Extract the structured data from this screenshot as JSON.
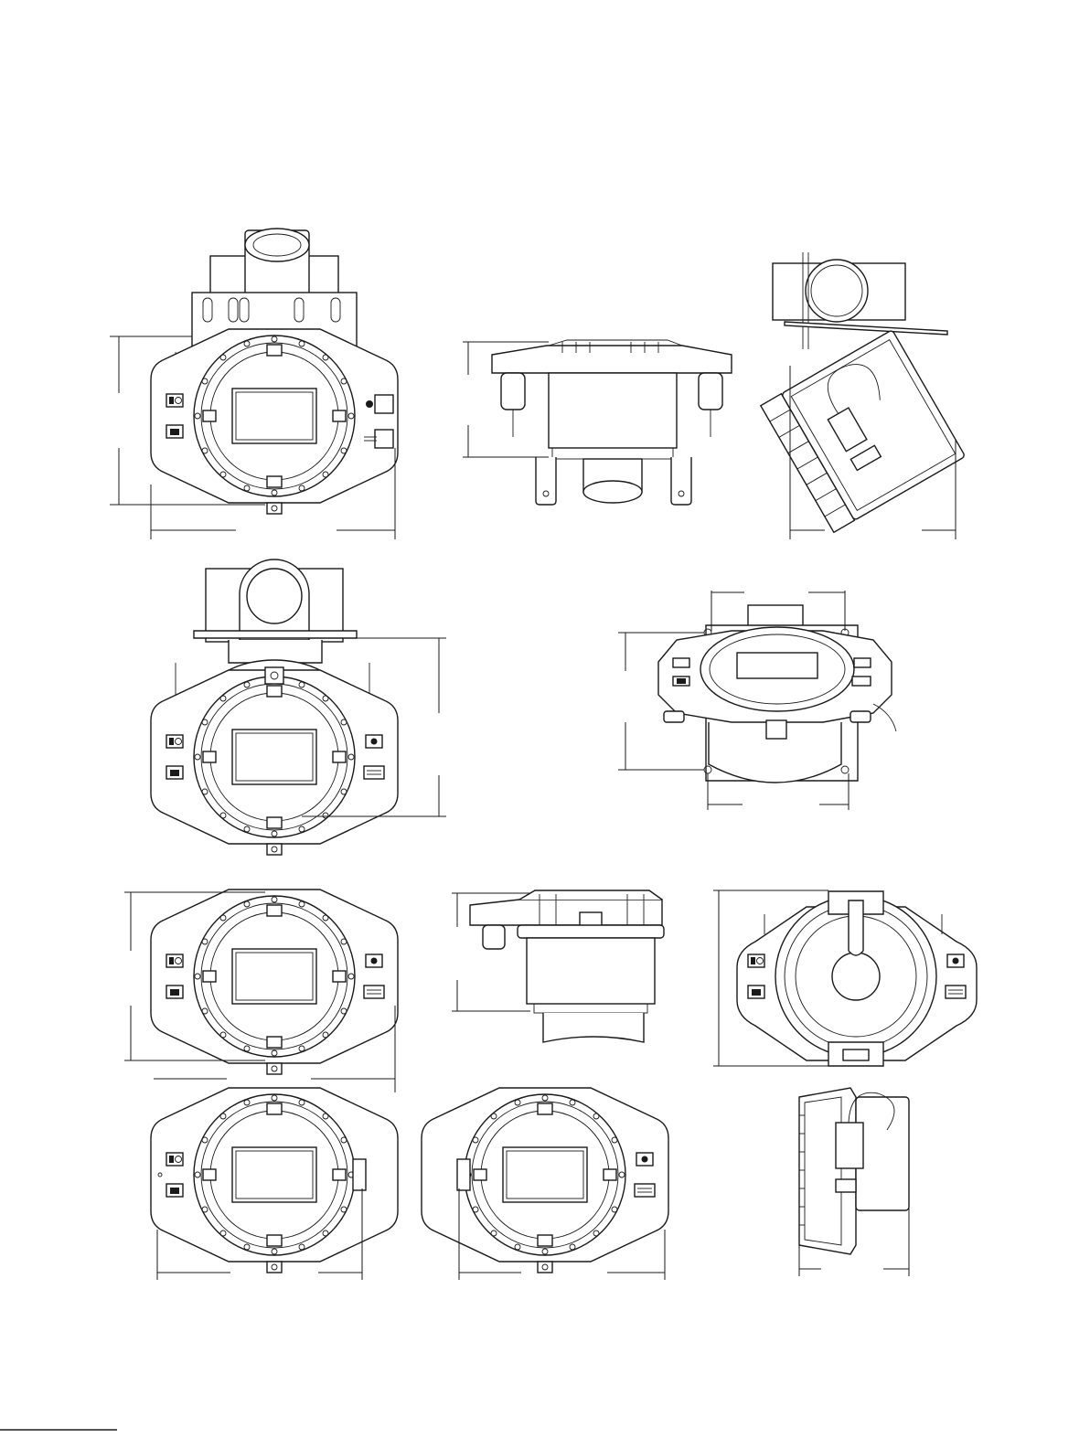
{
  "drawing": {
    "views": [
      {
        "id": "pipe-mount-front"
      },
      {
        "id": "pipe-mount-side"
      },
      {
        "id": "pipe-mount-angled"
      },
      {
        "id": "pipe-mount-rear-perspective"
      },
      {
        "id": "panel-mount-perspective"
      },
      {
        "id": "housing-front"
      },
      {
        "id": "housing-side"
      },
      {
        "id": "housing-cover-removed"
      },
      {
        "id": "housing-front-left-entry"
      },
      {
        "id": "housing-front-right-entry"
      },
      {
        "id": "housing-side-open"
      }
    ],
    "colors": {
      "line": "#1a1a1a",
      "background": "#ffffff"
    }
  }
}
